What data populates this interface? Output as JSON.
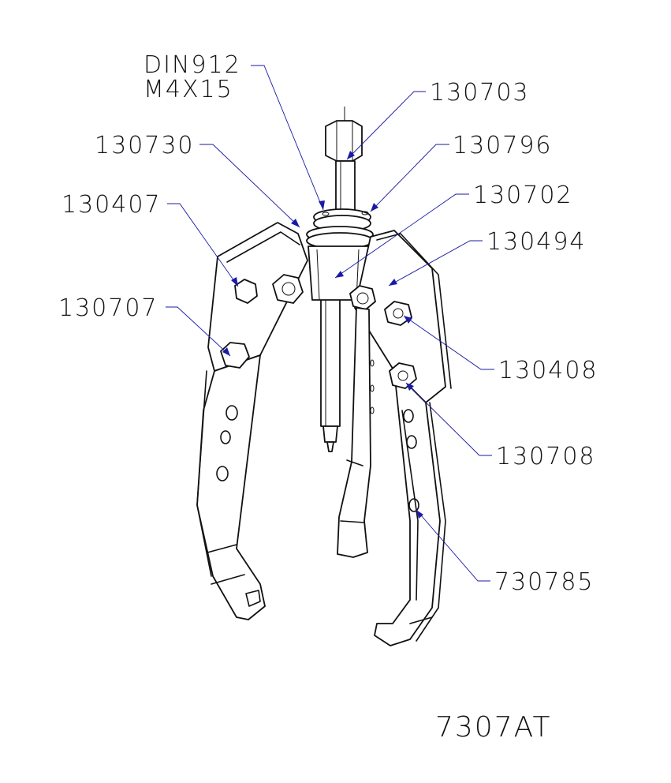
{
  "drawing": {
    "model": "7307AT",
    "callouts": [
      {
        "id": "din912",
        "lines": [
          "DIN912",
          "M4X15"
        ]
      },
      {
        "id": "130703",
        "lines": [
          "130703"
        ]
      },
      {
        "id": "130730",
        "lines": [
          "130730"
        ]
      },
      {
        "id": "130796",
        "lines": [
          "130796"
        ]
      },
      {
        "id": "130407",
        "lines": [
          "130407"
        ]
      },
      {
        "id": "130702",
        "lines": [
          "130702"
        ]
      },
      {
        "id": "130494",
        "lines": [
          "130494"
        ]
      },
      {
        "id": "130707",
        "lines": [
          "130707"
        ]
      },
      {
        "id": "130408",
        "lines": [
          "130408"
        ]
      },
      {
        "id": "130708",
        "lines": [
          "130708"
        ]
      },
      {
        "id": "730785",
        "lines": [
          "730785"
        ]
      }
    ],
    "colors": {
      "leader": "#1a1aa6",
      "line": "#111111"
    }
  }
}
